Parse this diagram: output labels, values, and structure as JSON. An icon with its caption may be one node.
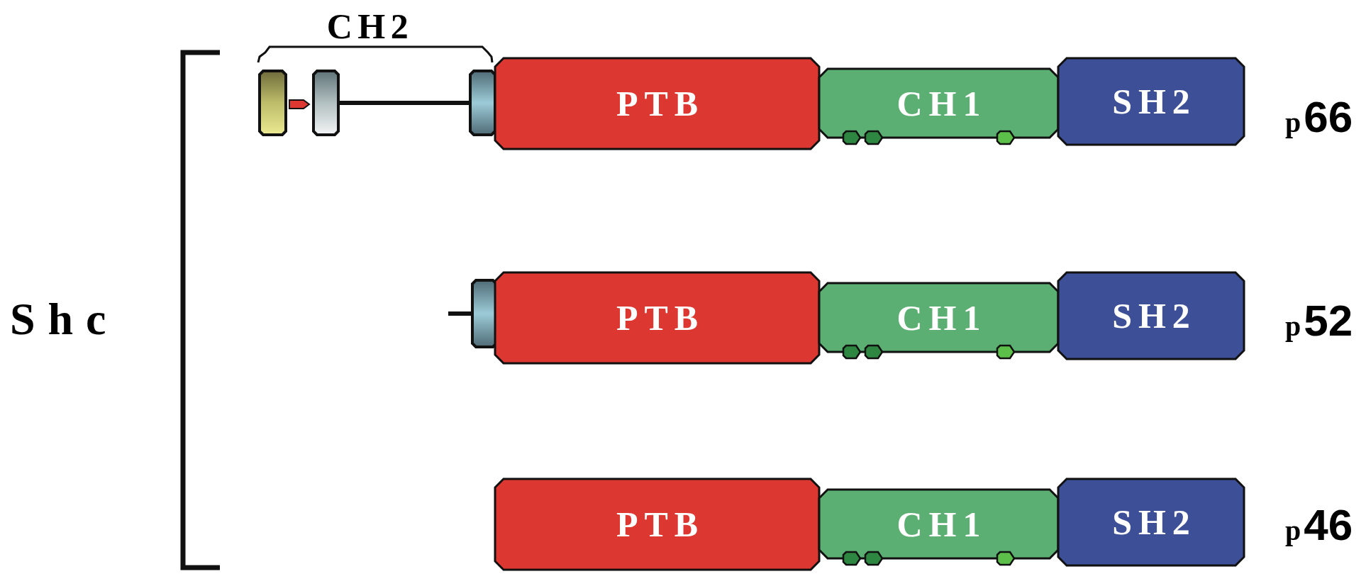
{
  "diagram": {
    "nodes": [
      {
        "text": [],
        "shape": "box"
      },
      {
        "text": [],
        "shape": "box"
      },
      {
        "text": [],
        "shape": "box"
      },
      {
        "text": [
          "PTB"
        ]
      },
      {
        "text": [
          "CH1"
        ]
      },
      {
        "text": [
          "SH2"
        ]
      },
      {
        "text": [],
        "shape": "box"
      },
      {
        "text": [
          "PTB"
        ]
      },
      {
        "text": [
          "CH1"
        ]
      },
      {
        "text": [
          "SH2"
        ]
      },
      {
        "text": [
          "PTB"
        ]
      },
      {
        "text": [
          "CH1"
        ]
      },
      {
        "text": [
          "SH2"
        ]
      }
    ],
    "edges": [
      {
        "from": 1,
        "to": 2,
        "arrow": "none"
      },
      {
        "from": null,
        "to": 6,
        "arrow": "none"
      }
    ],
    "labels": [
      "CH2",
      "p**66**",
      "Shc",
      "p**52**",
      "p**46**"
    ]
  }
}
